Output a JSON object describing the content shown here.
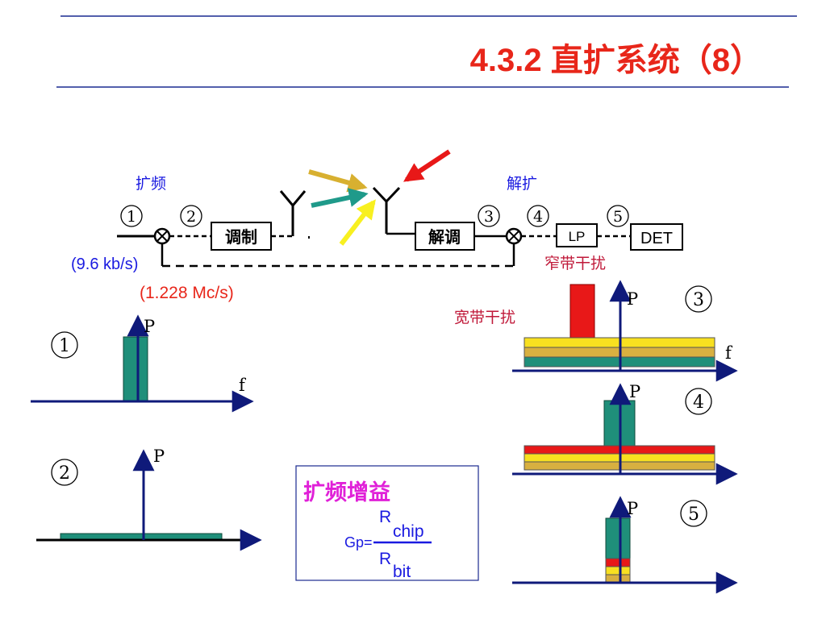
{
  "title": "4.3.2 直扩系统（8）",
  "labels": {
    "spread": "扩频",
    "despread": "解扩",
    "modulate": "调制",
    "demodulate": "解调",
    "lp": "LP",
    "det": "DET",
    "bit_rate": "(9.6 kb/s)",
    "chip_rate": "(1.228 Mc/s)",
    "narrowband": "窄带干扰",
    "wideband": "宽带干扰",
    "gain_title": "扩频增益",
    "gp": "Gp=",
    "r": "R",
    "chip": "chip",
    "bit": "bit"
  },
  "points": [
    "1",
    "2",
    "3",
    "4",
    "5"
  ],
  "axis": {
    "p": "P",
    "f": "f"
  },
  "colors": {
    "title": "#e8261a",
    "blue_text": "#1a1ae0",
    "red_text": "#e8261a",
    "magenta": "#e020d8",
    "navy": "#0f1a7a",
    "teal": "#1f8f7a",
    "yellow": "#f8e020",
    "tan": "#d8b040",
    "red": "#e81818"
  }
}
